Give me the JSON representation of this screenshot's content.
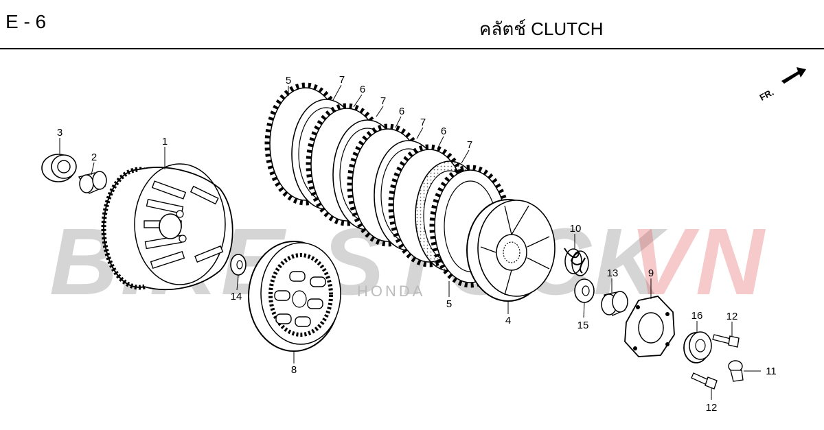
{
  "header": {
    "page_code": "E - 6",
    "title": "คลัตช์  CLUTCH"
  },
  "orientation": {
    "label": "FR."
  },
  "watermark": {
    "part_a": "BIKE-STOCK",
    "part_b": "VN"
  },
  "brand_mark": "HONDA",
  "callouts": {
    "c1": "1",
    "c2": "2",
    "c3": "3",
    "c4": "4",
    "c5a": "5",
    "c5b": "5",
    "c6a": "6",
    "c6b": "6",
    "c6c": "6",
    "c7a": "7",
    "c7b": "7",
    "c7c": "7",
    "c7d": "7",
    "c8": "8",
    "c9": "9",
    "c10": "10",
    "c11": "11",
    "c12a": "12",
    "c12b": "12",
    "c13": "13",
    "c14": "14",
    "c15": "15",
    "c16": "16"
  }
}
